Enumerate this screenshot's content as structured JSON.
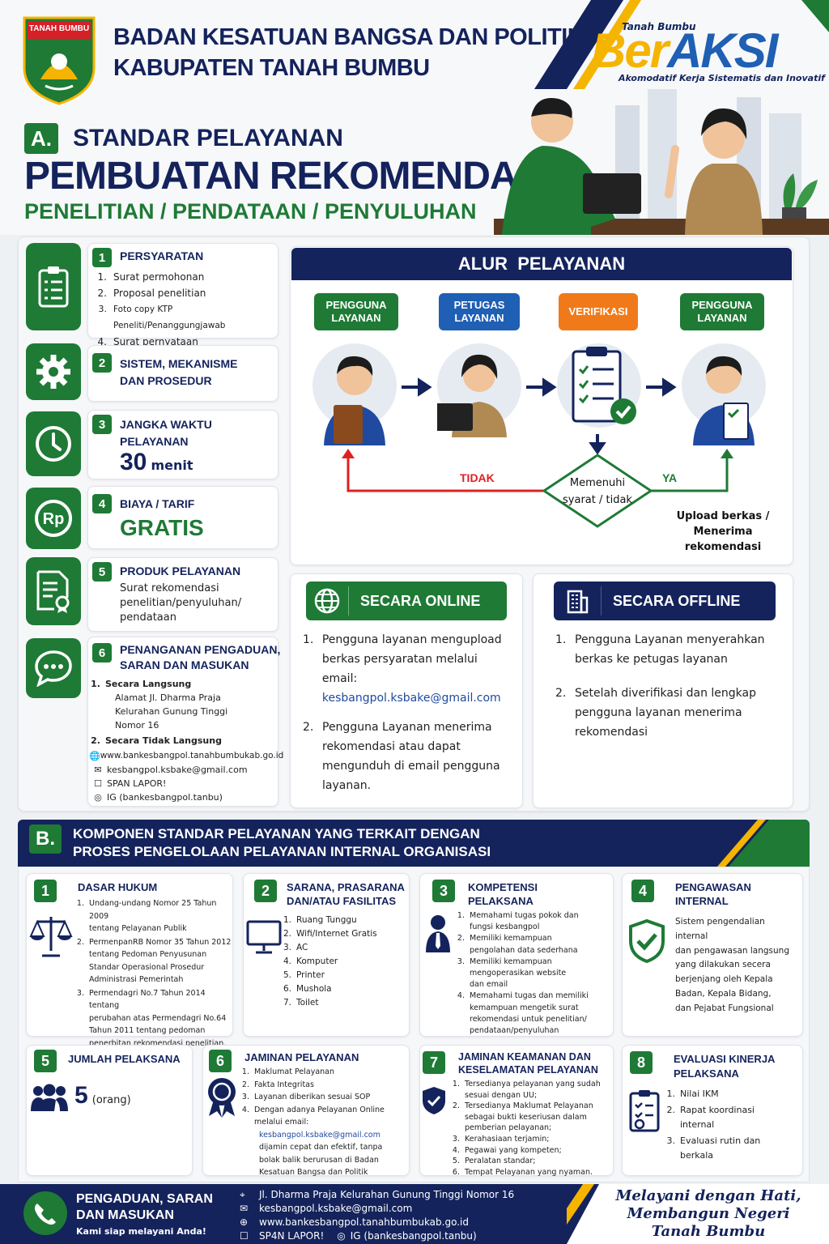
{
  "header": {
    "emblem_text": "TANAH BUMBU",
    "org_line1": "BADAN KESATUAN BANGSA DAN POLITIK",
    "org_line2": "KABUPATEN TANAH BUMBU",
    "brand_small": "Tanah Bumbu",
    "brand_ber": "Ber",
    "brand_aksi": "AKSI",
    "brand_tagline": "Akomodatif Kerja Sistematis dan Inovatif"
  },
  "sectionA": {
    "letter": "A.",
    "title1": "STANDAR PELAYANAN",
    "title2": "PEMBUATAN REKOMENDASI",
    "subtitle": "PENELITIAN / PENDATAAN / PENYULUHAN"
  },
  "left": {
    "items": [
      {
        "num": "1",
        "title": "PERSYARATAN",
        "list": [
          "Surat permohonan",
          "Proposal penelitian",
          "Foto copy KTP Peneliti/Penanggungjawab",
          "Surat pernyataan"
        ]
      },
      {
        "num": "2",
        "title1": "SISTEM, MEKANISME",
        "title2": "DAN PROSEDUR"
      },
      {
        "num": "3",
        "title1": "JANGKA WAKTU",
        "title2": "PELAYANAN",
        "big": "30",
        "unit": "menit"
      },
      {
        "num": "4",
        "title": "BIAYA / TARIF",
        "big": "GRATIS"
      },
      {
        "num": "5",
        "title": "PRODUK PELAYANAN",
        "text1": "Surat rekomendasi",
        "text2": "penelitian/penyuluhan/",
        "text3": "pendataan"
      },
      {
        "num": "6",
        "title1": "PENANGANAN PENGADUAN,",
        "title2": "SARAN DAN MASUKAN",
        "sub1": "Secara Langsung",
        "addr1": "Alamat Jl. Dharma Praja",
        "addr2": "Kelurahan Gunung Tinggi",
        "addr3": "Nomor 16",
        "sub2": "Secara Tidak Langsung",
        "web": "www.bankesbangpol.tanahbumbukab.go.id",
        "email": "kesbangpol.ksbake@gmail.com",
        "span": "SPAN LAPOR!",
        "ig": "IG (bankesbangpol.tanbu)"
      }
    ]
  },
  "alur": {
    "title": "ALUR  PELAYANAN",
    "steps": [
      "PENGGUNA LAYANAN",
      "PETUGAS LAYANAN",
      "VERIFIKASI",
      "PENGGUNA LAYANAN"
    ],
    "decision1": "Memenuhi",
    "decision2": "syarat / tidak",
    "no": "TIDAK",
    "yes": "YA",
    "result1": "Upload berkas /",
    "result2": "Menerima",
    "result3": "rekomendasi"
  },
  "online": {
    "title": "SECARA ONLINE",
    "p1a": "Pengguna layanan mengupload",
    "p1b": "berkas persyaratan melalui email:",
    "email": "kesbangpol.ksbake@gmail.com",
    "p2a": "Pengguna Layanan menerima",
    "p2b": "rekomendasi atau dapat",
    "p2c": "mengunduh di email pengguna",
    "p2d": "layanan."
  },
  "offline": {
    "title": "SECARA OFFLINE",
    "p1a": "Pengguna Layanan menyerahkan",
    "p1b": "berkas ke petugas layanan",
    "p2a": "Setelah diverifikasi dan lengkap",
    "p2b": "pengguna layanan menerima",
    "p2c": "rekomendasi"
  },
  "sectionB": {
    "letter": "B.",
    "title1": "KOMPONEN STANDAR PELAYANAN YANG TERKAIT DENGAN",
    "title2": "PROSES PENGELOLAAN PELAYANAN INTERNAL ORGANISASI",
    "c1": {
      "num": "1",
      "title": "DASAR HUKUM",
      "list": [
        [
          "Undang-undang Nomor 25 Tahun 2009",
          "tentang Pelayanan Publik"
        ],
        [
          "PermenpanRB Nomor 35 Tahun 2012",
          "tentang Pedoman Penyusunan",
          "Standar Operasional Prosedur",
          "Administrasi Pemerintah"
        ],
        [
          "Permendagri No.7 Tahun 2014 tentang",
          "perubahan atas Permendagri No.64",
          "Tahun 2011 tentang pedoman",
          "penerbitan rekomendasi penelitian."
        ]
      ]
    },
    "c2": {
      "num": "2",
      "title1": "SARANA, PRASARANA",
      "title2": "DAN/ATAU FASILITAS",
      "list": [
        "Ruang Tunggu",
        "Wifi/Internet Gratis",
        "AC",
        "Komputer",
        "Printer",
        "Mushola",
        "Toilet"
      ]
    },
    "c3": {
      "num": "3",
      "title1": "KOMPETENSI",
      "title2": "PELAKSANA",
      "list": [
        [
          "Memahami tugas pokok dan",
          "fungsi kesbangpol"
        ],
        [
          "Memiliki kemampuan",
          "pengolahan data sederhana"
        ],
        [
          "Memiliki kemampuan",
          "mengoperasikan website",
          "dan email"
        ],
        [
          "Memahami tugas dan memiliki",
          "kemampuan mengetik surat",
          "rekomendasi untuk penelitian/",
          "pendataan/penyuluhan"
        ]
      ]
    },
    "c4": {
      "num": "4",
      "title1": "PENGAWASAN",
      "title2": "INTERNAL",
      "lines": [
        "Sistem pengendalian internal",
        "dan pengawasan langsung",
        "yang dilakukan secera",
        "berjenjang oleh Kepala",
        "Badan, Kepala Bidang,",
        "dan Pejabat Fungsional"
      ]
    },
    "c5": {
      "num": "5",
      "title": "JUMLAH PELAKSANA",
      "big": "5",
      "unit": "(orang)"
    },
    "c6": {
      "num": "6",
      "title": "JAMINAN PELAYANAN",
      "list": [
        [
          "Maklumat Pelayanan"
        ],
        [
          "Fakta Integritas"
        ],
        [
          "Layanan diberikan sesuai SOP"
        ],
        [
          "Dengan adanya Pelayanan Online",
          "melalui email:"
        ]
      ],
      "email": "kesbangpol.ksbake@gmail.com",
      "tail": [
        "dijamin cepat dan efektif, tanpa",
        "bolak balik berurusan di Badan",
        "Kesatuan Bangsa dan Politik"
      ]
    },
    "c7": {
      "num": "7",
      "title1": "JAMINAN KEAMANAN DAN",
      "title2": "KESELAMATAN PELAYANAN",
      "list": [
        [
          "Tersedianya pelayanan yang sudah",
          "sesuai dengan UU;"
        ],
        [
          "Tersedianya Maklumat Pelayanan",
          "sebagai bukti keseriusan dalam",
          "pemberian pelayanan;"
        ],
        [
          "Kerahasiaan terjamin;"
        ],
        [
          "Pegawai yang kompeten;"
        ],
        [
          "Peralatan standar;"
        ],
        [
          "Tempat Pelayanan yang nyaman."
        ]
      ]
    },
    "c8": {
      "num": "8",
      "title1": "EVALUASI KINERJA",
      "title2": "PELAKSANA",
      "list": [
        [
          "Nilai IKM"
        ],
        [
          "Rapat koordinasi",
          "internal"
        ],
        [
          "Evaluasi rutin dan",
          "berkala"
        ]
      ]
    }
  },
  "footer": {
    "title1": "PENGADUAN, SARAN",
    "title2": "DAN MASUKAN",
    "sub": "Kami siap melayani Anda!",
    "addr": "Jl. Dharma Praja Kelurahan Gunung Tinggi Nomor 16",
    "email": "kesbangpol.ksbake@gmail.com",
    "web": "www.bankesbangpol.tanahbumbukab.go.id",
    "span": "SP4N LAPOR!",
    "ig": "IG (bankesbangpol.tanbu)",
    "slogan1": "Melayani dengan Hati,",
    "slogan2": "Membangun Negeri",
    "slogan3": "Tanah Bumbu"
  },
  "colors": {
    "navy": "#14235c",
    "green": "#1e7a35",
    "blue": "#1f5fb4",
    "orange": "#f07a1a",
    "red": "#e02020",
    "yellow": "#f5b400"
  }
}
